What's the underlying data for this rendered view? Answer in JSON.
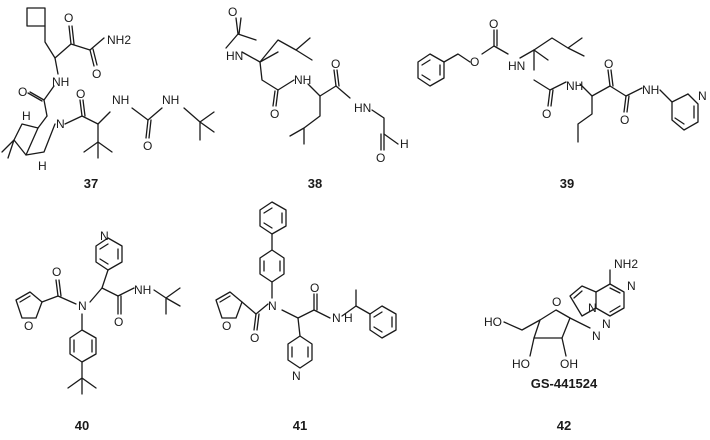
{
  "figure": {
    "compounds": [
      {
        "id": "37",
        "labels": {
          "nh2": "NH2",
          "o1": "O",
          "o2": "O",
          "nh": "NH",
          "h1": "H",
          "h2": "H",
          "n": "N",
          "o3": "O",
          "o4": "O",
          "nh_a": "NH",
          "nh_b": "NH",
          "o5": "O"
        }
      },
      {
        "id": "38",
        "labels": {
          "o1": "O",
          "hn": "HN",
          "nh": "NH",
          "o2": "O",
          "o3": "O",
          "hn2": "HN",
          "h": "H",
          "o4": "O"
        }
      },
      {
        "id": "39",
        "labels": {
          "o1": "O",
          "o2": "O",
          "hn": "HN",
          "nh": "NH",
          "o3": "O",
          "o4": "O",
          "o5": "O",
          "nh2": "NH",
          "n": "N"
        }
      },
      {
        "id": "40",
        "labels": {
          "n_pyr": "N",
          "o1": "O",
          "o2": "O",
          "n": "N",
          "nh": "NH",
          "o3": "O"
        }
      },
      {
        "id": "41",
        "labels": {
          "o1": "O",
          "n": "N",
          "o2": "O",
          "o3": "O",
          "nh": "N\nH",
          "n_pyr": "N"
        }
      },
      {
        "id": "42",
        "subtitle": "GS-441524",
        "labels": {
          "nh2": "NH2",
          "n1": "N",
          "n2": "N",
          "n3": "N",
          "o": "O",
          "ho": "HO",
          "cn": "N",
          "ho2": "HO",
          "oh": "OH"
        }
      }
    ]
  }
}
